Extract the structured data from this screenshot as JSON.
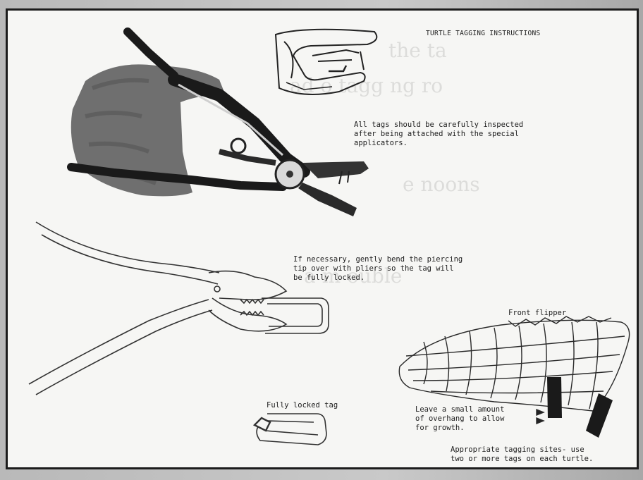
{
  "document": {
    "title": "TURTLE TAGGING INSTRUCTIONS",
    "captions": {
      "inspect": "All tags should be carefully inspected\nafter being attached with the special\napplicators.",
      "bend": "If necessary, gently bend the piercing\ntip over with pliers so the tag will\nbe fully locked.",
      "locked": "Fully locked tag",
      "flipper": "Front flipper",
      "overhang": "Leave a small amount\nof overhang to allow\nfor growth.",
      "sites": "Appropriate tagging sites- use\ntwo or more tags on each turtle."
    }
  }
}
